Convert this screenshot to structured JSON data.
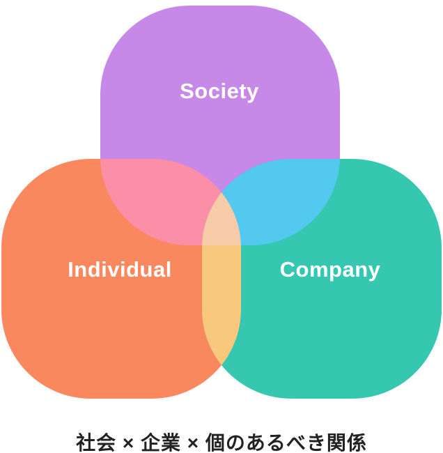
{
  "diagram": {
    "shapes": [
      {
        "id": "society",
        "label": "Society",
        "fill": "#C689E7"
      },
      {
        "id": "individual",
        "label": "Individual",
        "fill": "#F9885E"
      },
      {
        "id": "company",
        "label": "Company",
        "fill": "#36C7B0"
      }
    ],
    "overlaps": {
      "society_individual": "#FC8FA8",
      "society_company": "#53C9F0",
      "individual_company": "#F8C87D",
      "center": "#F6CBA7"
    },
    "label_text_color": "#FFFFFF"
  },
  "caption": {
    "text": "社会 × 企業 × 個のあるべき関係",
    "color": "#222222"
  }
}
